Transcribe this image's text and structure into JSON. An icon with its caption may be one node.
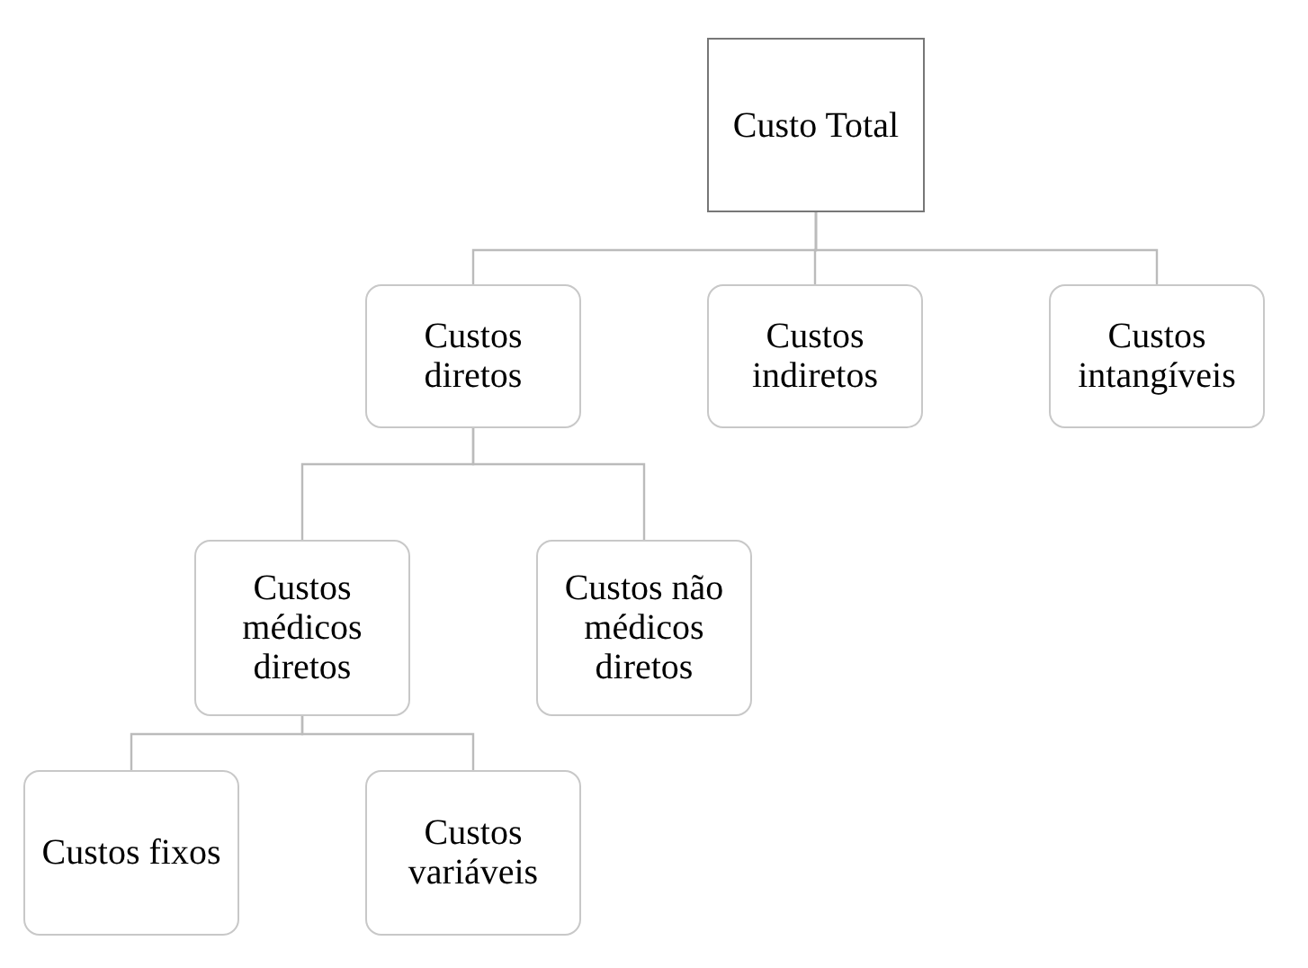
{
  "diagram": {
    "nodes": [
      {
        "text": [
          "Custo Total"
        ]
      },
      {
        "text": [
          "Custos diretos"
        ]
      },
      {
        "text": [
          "Custos indiretos"
        ]
      },
      {
        "text": [
          "Custos intangíveis"
        ]
      },
      {
        "text": [
          "Custos médicos diretos"
        ]
      },
      {
        "text": [
          "Custos não médicos diretos"
        ]
      },
      {
        "text": [
          "Custos fixos"
        ]
      },
      {
        "text": [
          "Custos variáveis"
        ]
      }
    ],
    "edges": [
      {
        "from": 0,
        "to": 1,
        "arrow": "none"
      },
      {
        "from": 0,
        "to": 2,
        "arrow": "none"
      },
      {
        "from": 0,
        "to": 3,
        "arrow": "none"
      },
      {
        "from": 1,
        "to": 4,
        "arrow": "none"
      },
      {
        "from": 1,
        "to": 5,
        "arrow": "none"
      },
      {
        "from": 4,
        "to": 6,
        "arrow": "none"
      },
      {
        "from": 4,
        "to": 7,
        "arrow": "none"
      }
    ]
  }
}
